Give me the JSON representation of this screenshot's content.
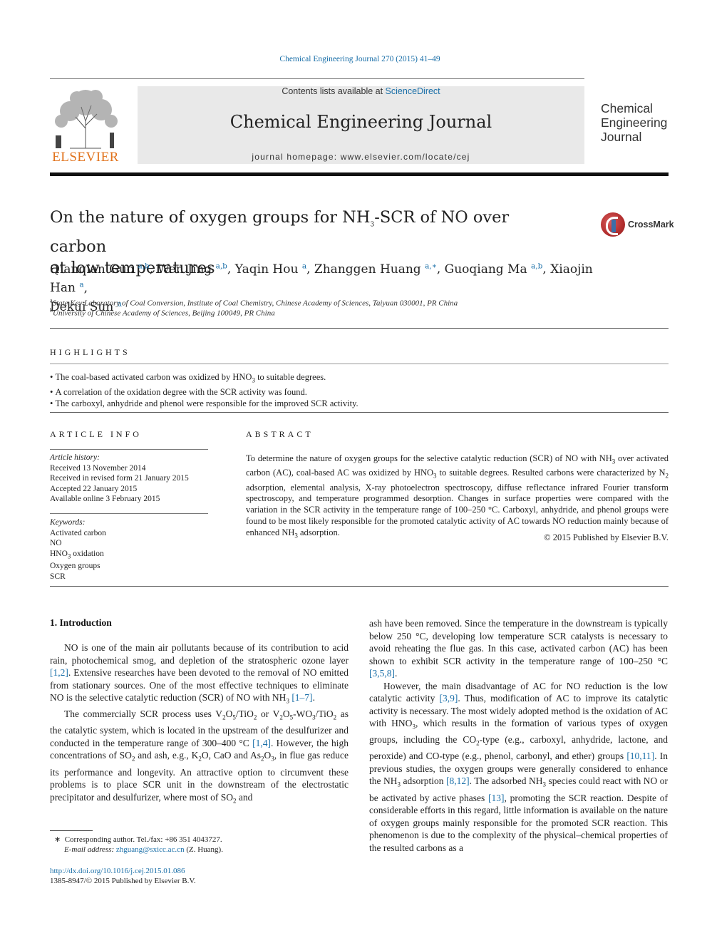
{
  "header": {
    "citation": "Chemical Engineering Journal 270 (2015) 41–49",
    "contents_prefix": "Contents lists available at ",
    "contents_link": "ScienceDirect",
    "journal_name": "Chemical Engineering Journal",
    "homepage": "journal homepage: www.elsevier.com/locate/cej",
    "publisher_logo": "ELSEVIER",
    "cover_line1": "Chemical",
    "cover_line2": "Engineering",
    "cover_line3": "Journal",
    "crossmark_label": "CrossMark"
  },
  "article": {
    "title_line1": "On the nature of oxygen groups for NH",
    "title_sub": "3",
    "title_line1b": "-SCR of NO over carbon",
    "title_line2": "at low temperatures",
    "authors": [
      {
        "name": "Qianqian Guo",
        "sup": "a,b",
        "sep": ", "
      },
      {
        "name": "Wen Jing",
        "sup": "a,b",
        "sep": ", "
      },
      {
        "name": "Yaqin Hou",
        "sup": "a",
        "sep": ", "
      },
      {
        "name": "Zhanggen Huang",
        "sup": "a,∗",
        "sep": ", "
      },
      {
        "name": "Guoqiang Ma",
        "sup": "a,b",
        "sep": ", "
      },
      {
        "name": "Xiaojin Han",
        "sup": "a",
        "sep": ","
      },
      {
        "name": "Dekui Sun",
        "sup": "a",
        "sep": ""
      }
    ],
    "affiliations": [
      {
        "sup": "a",
        "text": "State Key Laboratory of Coal Conversion, Institute of Coal Chemistry, Chinese Academy of Sciences, Taiyuan 030001, PR China"
      },
      {
        "sup": "b",
        "text": "University of Chinese Academy of Sciences, Beijing 100049, PR China"
      }
    ]
  },
  "highlights": {
    "caption": "HIGHLIGHTS",
    "items": [
      "The coal-based activated carbon was oxidized by HNO3 to suitable degrees.",
      "A correlation of the oxidation degree with the SCR activity was found.",
      "The carboxyl, anhydride and phenol were responsible for the improved SCR activity."
    ]
  },
  "article_info": {
    "caption": "ARTICLE INFO",
    "history_label": "Article history:",
    "history": [
      "Received 13 November 2014",
      "Received in revised form 21 January 2015",
      "Accepted 22 January 2015",
      "Available online 3 February 2015"
    ],
    "keywords_label": "Keywords:",
    "keywords": [
      "Activated carbon",
      "NO",
      "HNO3 oxidation",
      "Oxygen groups",
      "SCR"
    ]
  },
  "abstract": {
    "caption": "ABSTRACT",
    "copyright": "© 2015 Published by Elsevier B.V."
  },
  "body": {
    "section_title": "1. Introduction"
  },
  "footnotes": {
    "corresponding": "Corresponding author. Tel./fax: +86 351 4043727.",
    "email_label": "E-mail address: ",
    "email": "zhguang@sxicc.ac.cn",
    "email_suffix": " (Z. Huang).",
    "doi": "http://dx.doi.org/10.1016/j.cej.2015.01.086",
    "issn": "1385-8947/© 2015 Published by Elsevier B.V."
  }
}
